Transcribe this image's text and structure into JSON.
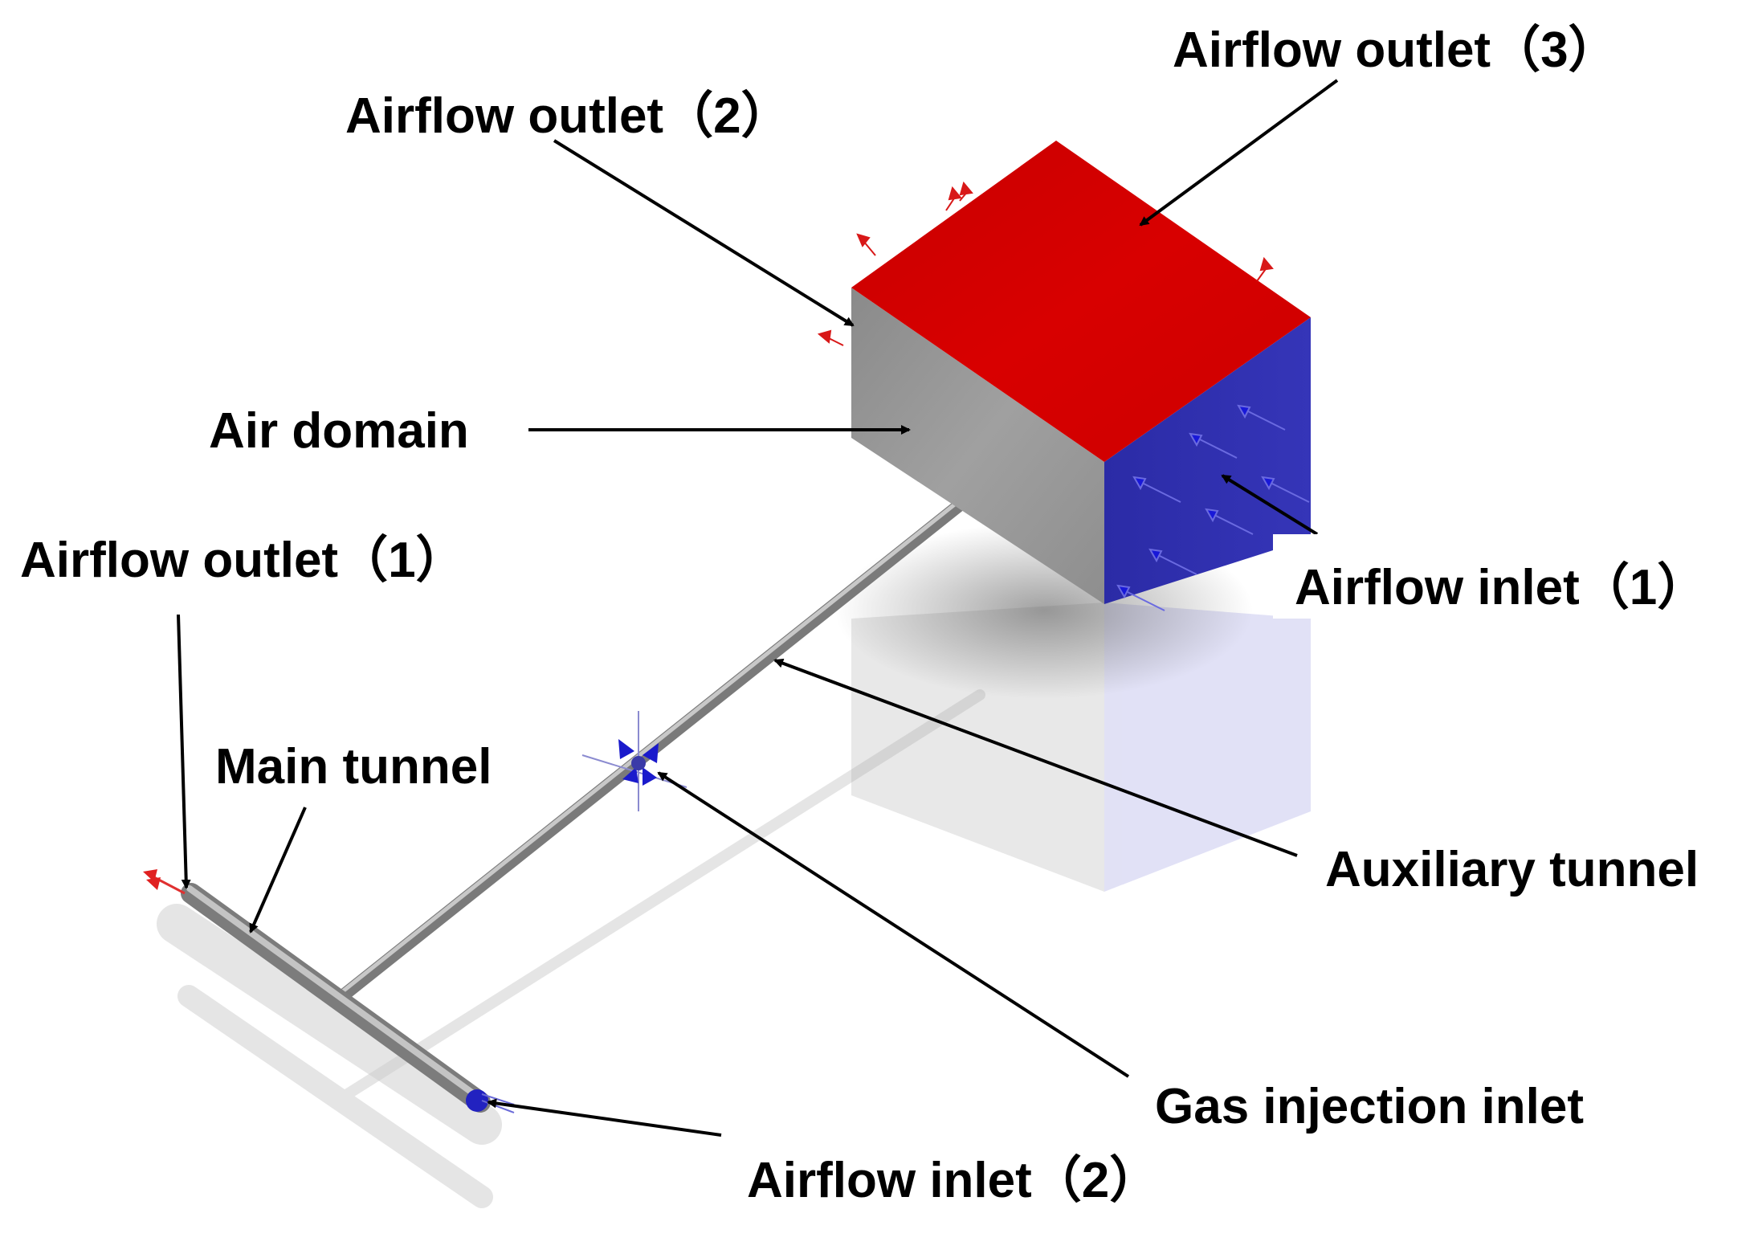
{
  "diagram": {
    "labels": {
      "airflow_outlet_3": "Airflow outlet（3）",
      "airflow_outlet_2": "Airflow outlet（2）",
      "air_domain": "Air domain",
      "airflow_outlet_1": "Airflow outlet（1）",
      "airflow_inlet_1": "Airflow inlet（1）",
      "main_tunnel": "Main tunnel",
      "auxiliary_tunnel": "Auxiliary tunnel",
      "gas_injection_inlet": "Gas injection inlet",
      "airflow_inlet_2": "Airflow inlet（2）"
    },
    "colors": {
      "outlet": "#d40000",
      "inlet": "#2a2aa8",
      "domain": "#9a9a9a",
      "tunnel": "#9e9e9e",
      "leader": "#000000"
    }
  }
}
